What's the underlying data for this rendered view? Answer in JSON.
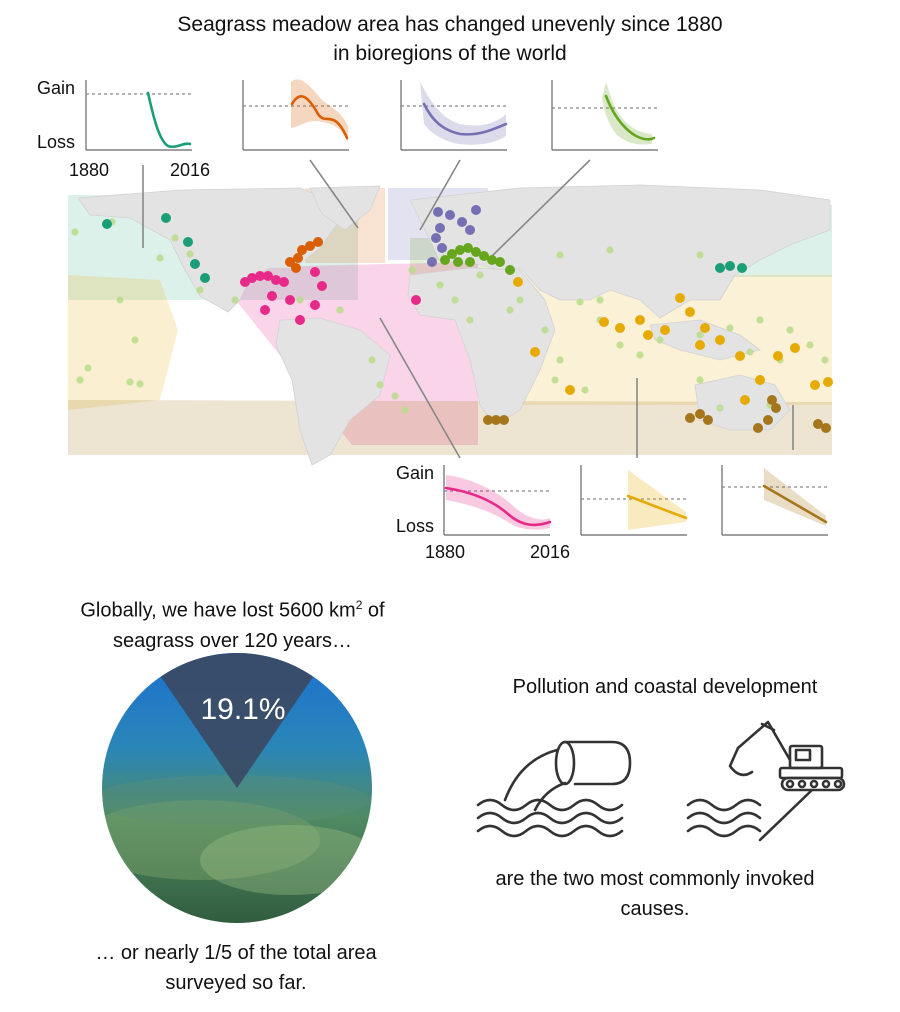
{
  "title": {
    "line1": "Seagrass meadow area has changed unevenly since 1880",
    "line2": "in bioregions of the world"
  },
  "mini_chart_axis": {
    "gain_label": "Gain",
    "loss_label": "Loss",
    "start_year": "1880",
    "end_year": "2016"
  },
  "bioregion_colors": {
    "north_pacific": "#1b9e77",
    "north_atlantic_west": "#d95f02",
    "north_atlantic_east": "#7570b3",
    "mediterranean": "#66a61e",
    "tropical_atlantic": "#e7298a",
    "tropical_indo_pacific": "#e6ab02",
    "southern_oceans": "#a6761d",
    "seagrass_presence": "#b8dc8a"
  },
  "lower_left": {
    "line1_prefix": "Globally, we have lost 5600 km",
    "line1_sup": "2",
    "line1_suffix": " of",
    "line2": "seagrass over 120 years…",
    "wedge_percent_value": 19.1,
    "wedge_label": "19.1%",
    "bottom_line1": "… or nearly 1/5 of the total area",
    "bottom_line2": "surveyed so far."
  },
  "lower_right": {
    "heading": "Pollution and coastal development",
    "icons": [
      "pollution-pipe-icon",
      "excavator-icon"
    ],
    "caption_line1": "are the two most commonly invoked",
    "caption_line2": "causes."
  }
}
